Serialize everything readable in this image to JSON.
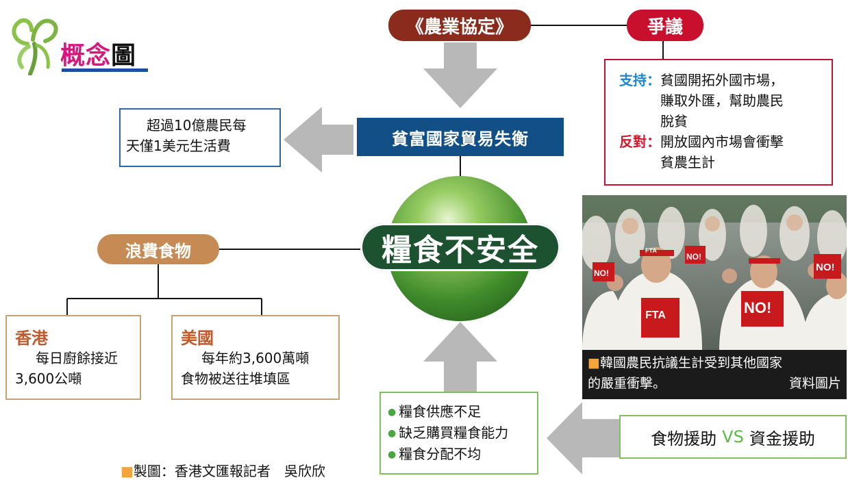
{
  "title": {
    "highlight": "概念",
    "rest": "圖"
  },
  "agreement": "《農業協定》",
  "dispute": {
    "label": "爭議",
    "support_label": "支持：",
    "support_lines": [
      "貧國開拓外國市場，",
      "賺取外匯，幫助農民",
      "脫貧"
    ],
    "oppose_label": "反對：",
    "oppose_lines": [
      "開放國內市場會衝擊",
      "貧農生計"
    ]
  },
  "imbalance": "貧富國家貿易失衡",
  "poor_box": {
    "lines": [
      "超過10億農民每",
      "天僅1美元生活費"
    ]
  },
  "center": "糧食不安全",
  "waste": {
    "label": "浪費食物",
    "hk": {
      "title": "香港",
      "lines": [
        "每日廚餘接近",
        "3,600公噸"
      ]
    },
    "us": {
      "title": "美國",
      "lines": [
        "每年約3,600萬噸",
        "食物被送往堆填區"
      ]
    }
  },
  "causes": [
    "糧食供應不足",
    "缺乏購買糧食能力",
    "糧食分配不均"
  ],
  "aid": {
    "left": "食物援助",
    "vs": "VS",
    "right": "資金援助"
  },
  "photo": {
    "caption_line1": "韓國農民抗議生計受到其他國家",
    "caption_line2_left": "的嚴重衝擊。",
    "caption_line2_right": "資料圖片",
    "signs": [
      "NO!",
      "NO!",
      "NO!",
      "NO!",
      "FTA",
      "FTA"
    ]
  },
  "credit": "製圖：香港文匯報記者　吳欣欣",
  "colors": {
    "title_pink": "#d6177e",
    "agreement": "#8b2b1e",
    "dispute": "#c8102e",
    "imbalance": "#114f86",
    "center_banner": "#1d5231",
    "waste": "#c68a55",
    "arrow_gray": "#b8b8b8",
    "aid_vs": "#5cb846",
    "support_label": "#1a86d6",
    "oppose_label": "#d6172c"
  }
}
